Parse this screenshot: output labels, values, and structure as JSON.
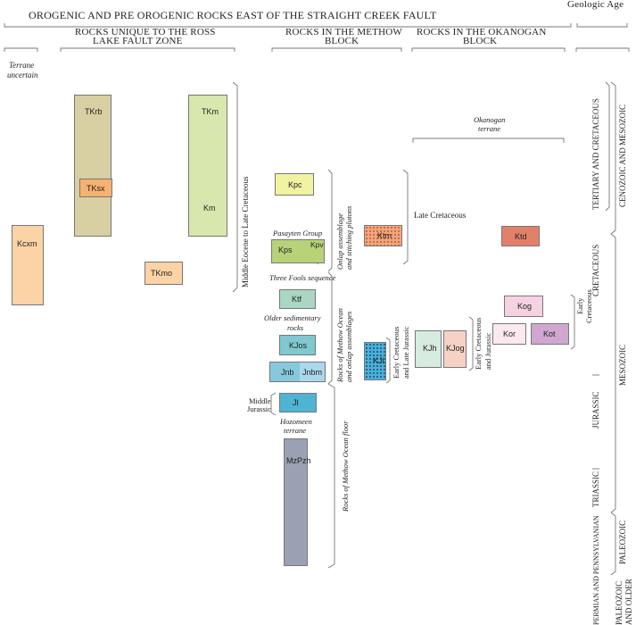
{
  "headers": {
    "main": "OROGENIC AND PRE OROGENIC ROCKS EAST OF THE STRAIGHT CREEK FAULT",
    "geologic_age": "Geologic Age",
    "ross_lake_1": "ROCKS UNIQUE TO THE ROSS",
    "ross_lake_2": "LAKE FAULT ZONE",
    "methow_1": "ROCKS IN THE METHOW",
    "methow_2": "BLOCK",
    "okanogan_1": "ROCKS  IN THE  OKANOGAN",
    "okanogan_2": "BLOCK",
    "terrane_uncertain_1": "Terrane",
    "terrane_uncertain_2": "uncertain"
  },
  "labels": {
    "okanogan_terrane_1": "Okanogan",
    "okanogan_terrane_2": "terrane",
    "late_cretaceous": "Late Cretaceous",
    "pasayten_group": "Pasayten Group",
    "three_fools": "Three Fools sequence",
    "older_sedimentary_1": "Older sedimentary",
    "older_sedimentary_2": "rocks",
    "middle_jurassic_1": "Middle",
    "middle_jurassic_2": "Jurassic",
    "hozomeen_1": "Hozomeen",
    "hozomeen_2": "terrane",
    "mid_eocene_late_cret": "Middle Eocene to Late Cretaceous",
    "onlap_stitching_1": "Onlap assemblage",
    "onlap_stitching_2": "and stitching plutons",
    "methow_ocean_onlap_1": "Rocks of Methow Ocean",
    "methow_ocean_onlap_2": "and onlap assemblages",
    "methow_ocean_floor": "Rocks of Methow Ocean floor",
    "early_cret_late_jur_1": "Early Cretaceous",
    "early_cret_late_jur_2": "and  Late Jurassic",
    "early_cret_jur_1": "Early  Cretaceous",
    "early_cret_jur_2": "and  Jurassic",
    "early_cret_small_1": "Early",
    "early_cret_small_2": "Cretaceous"
  },
  "ages": {
    "tertiary_cretaceous": "TERTIARY AND CRETACEOUS",
    "cretaceous": "CRETACEOUS",
    "jurassic": "JURASSIC",
    "triassic": "TRIASSIC",
    "permian_pennsylvanian": "PERMIAN AND PENNSYLVANIAN",
    "paleozoic_older_1": "PALEOZOIC",
    "paleozoic_older_2": "AND OLDER",
    "cenozoic_mesozoic": "CENOZOIC AND MESOZOIC",
    "mesozoic": "MESOZOIC",
    "paleozoic": "PALEOZOIC"
  },
  "units": {
    "Kcxm": "Kcxm",
    "TKrb": "TKrb",
    "TKsx": "TKsx",
    "TKm": "TKm",
    "Km": "Km",
    "TKmo": "TKmo",
    "Kpc": "Kpc",
    "Kps": "Kps",
    "Kpv": "Kpv",
    "Ktm": "Ktm",
    "Ktf": "Ktf",
    "KJos": "KJos",
    "Jnb": "Jnb",
    "Jnbm": "Jnbm",
    "Jl": "Jl",
    "MzPzh": "MzPzh",
    "KJi": "KJi",
    "KJh": "KJh",
    "KJog": "KJog",
    "Ktd": "Ktd",
    "Kog": "Kog",
    "Kor": "Kor",
    "Kot": "Kot"
  },
  "colors": {
    "Kcxm": "#fbd3a6",
    "TKrb": "#d8cfa2",
    "TKsx": "#f5b270",
    "TKm": "#d8e7ae",
    "TKmo": "#fbd3a6",
    "Kpc": "#f2f3a2",
    "Kps": "#b8d278",
    "Ktm": "#f4a57a",
    "Ktf": "#a9d7c3",
    "KJos": "#7fc8cf",
    "Jnb": "#86c9de",
    "Jl": "#4fb3d3",
    "MzPzh": "#9aa1b3",
    "KJi": "#4ab0dc",
    "KJh": "#d6ece0",
    "KJog": "#f6d2c5",
    "Ktd": "#e3806a",
    "Kog": "#f4d2e2",
    "Kor": "#fbe9ef",
    "Kot": "#cfa7cf"
  }
}
